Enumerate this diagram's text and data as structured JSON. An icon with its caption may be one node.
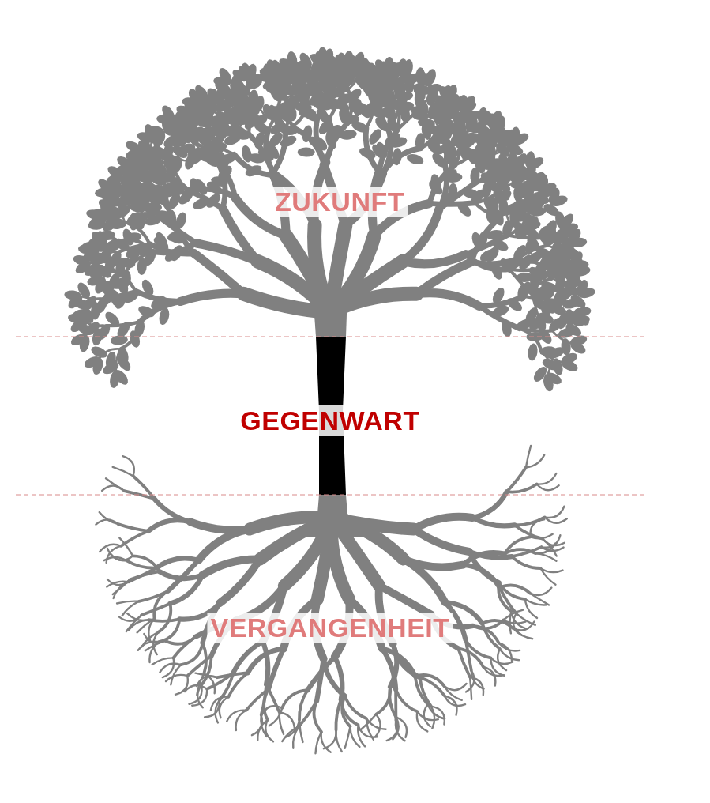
{
  "diagram": {
    "labels": [
      "ZUKUNFT",
      "GEGENWART",
      "VERGANGENHEIT"
    ]
  }
}
